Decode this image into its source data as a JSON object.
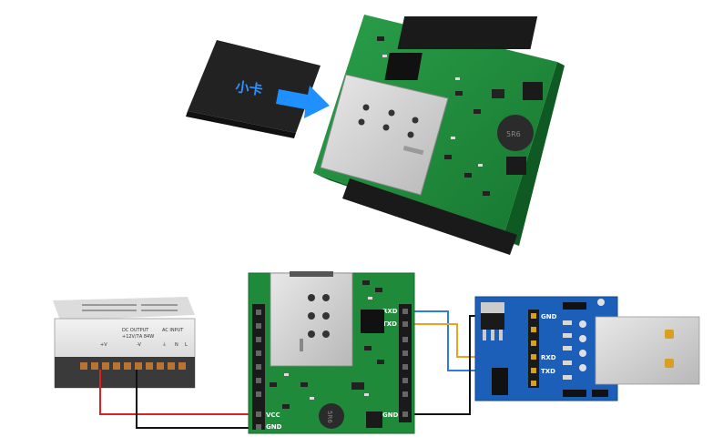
{
  "sim_card": {
    "label": "小卡"
  },
  "chip_3d": {
    "inductor_marking": "5R6"
  },
  "power_supply": {
    "output_label": "DC OUTPUT",
    "output_spec": "+12V/7A 84W",
    "input_label": "AC INPUT",
    "terminals": [
      "+V",
      "-V",
      "⏚",
      "N",
      "L"
    ]
  },
  "module_board": {
    "pins_right": [
      "RXD",
      "TXD",
      "GND"
    ],
    "pins_left": [
      "VCC",
      "GND"
    ],
    "inductor_marking": "5R6"
  },
  "usb_ttl": {
    "pins": [
      "GND",
      "RXD",
      "TXD"
    ]
  },
  "wires": [
    {
      "from": "power_supply.+V",
      "to": "module_board.VCC",
      "color": "#e02020"
    },
    {
      "from": "power_supply.-V",
      "to": "module_board.GND",
      "color": "#111111"
    },
    {
      "from": "module_board.RXD",
      "to": "usb_ttl.TXD",
      "color": "#2a7de1"
    },
    {
      "from": "module_board.TXD",
      "to": "usb_ttl.RXD",
      "color": "#f0a020"
    },
    {
      "from": "module_board.GND",
      "to": "usb_ttl.GND",
      "color": "#111111"
    }
  ],
  "colors": {
    "pcb_green": "#1f8a3a",
    "usb_blue": "#1c5fb8",
    "arrow_blue": "#1e90ff"
  }
}
